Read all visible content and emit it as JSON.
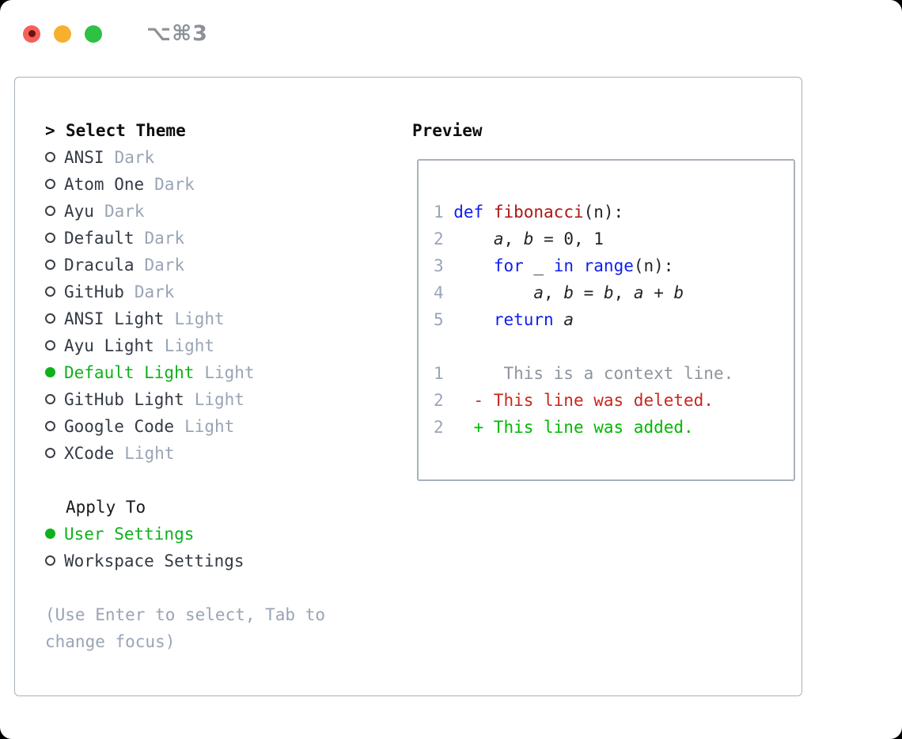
{
  "titlebar": {
    "shortcut": "⌥⌘3",
    "close_label": "close",
    "minimize_label": "minimize",
    "zoom_label": "zoom"
  },
  "colors": {
    "ui_green": "#0fb11b",
    "panel_border": "#a9b1ba",
    "name_dark": "#343a44",
    "variant_gray": "#9aa4b5",
    "code": {
      "kw": "#0e1ef0",
      "fn": "#ab1713",
      "txt": "#1f2328",
      "var": "#1f2328",
      "ctx": "#8e959f",
      "del": "#c9271b",
      "add": "#02b902",
      "num": "#9aa5b8"
    }
  },
  "theme_panel": {
    "cursor": ">",
    "header": "Select Theme",
    "themes": [
      {
        "name": "ANSI",
        "variant": "Dark",
        "selected": false
      },
      {
        "name": "Atom One",
        "variant": "Dark",
        "selected": false
      },
      {
        "name": "Ayu",
        "variant": "Dark",
        "selected": false
      },
      {
        "name": "Default",
        "variant": "Dark",
        "selected": false
      },
      {
        "name": "Dracula",
        "variant": "Dark",
        "selected": false
      },
      {
        "name": "GitHub",
        "variant": "Dark",
        "selected": false
      },
      {
        "name": "ANSI Light",
        "variant": "Light",
        "selected": false
      },
      {
        "name": "Ayu Light",
        "variant": "Light",
        "selected": false
      },
      {
        "name": "Default Light",
        "variant": "Light",
        "selected": true
      },
      {
        "name": "GitHub Light",
        "variant": "Light",
        "selected": false
      },
      {
        "name": "Google Code",
        "variant": "Light",
        "selected": false
      },
      {
        "name": "XCode",
        "variant": "Light",
        "selected": false
      }
    ],
    "apply_to": {
      "header": "Apply To",
      "options": [
        {
          "name": "User Settings",
          "selected": true
        },
        {
          "name": "Workspace Settings",
          "selected": false
        }
      ]
    },
    "hint": "(Use Enter to select, Tab to change focus)"
  },
  "preview": {
    "header": "Preview",
    "lines": [
      {
        "num": "1",
        "segments": [
          {
            "t": "def",
            "c": "kw"
          },
          {
            "t": " ",
            "c": "txt"
          },
          {
            "t": "fibonacci",
            "c": "fn"
          },
          {
            "t": "(n):",
            "c": "txt"
          }
        ]
      },
      {
        "num": "2",
        "segments": [
          {
            "t": "    ",
            "c": "txt"
          },
          {
            "t": "a",
            "c": "var",
            "i": true
          },
          {
            "t": ", ",
            "c": "txt"
          },
          {
            "t": "b",
            "c": "var",
            "i": true
          },
          {
            "t": " = 0, 1",
            "c": "txt"
          }
        ]
      },
      {
        "num": "3",
        "segments": [
          {
            "t": "    ",
            "c": "txt"
          },
          {
            "t": "for",
            "c": "kw"
          },
          {
            "t": " _ ",
            "c": "txt"
          },
          {
            "t": "in",
            "c": "kw"
          },
          {
            "t": " ",
            "c": "txt"
          },
          {
            "t": "range",
            "c": "kw"
          },
          {
            "t": "(n):",
            "c": "txt"
          }
        ]
      },
      {
        "num": "4",
        "segments": [
          {
            "t": "        ",
            "c": "txt"
          },
          {
            "t": "a",
            "c": "var",
            "i": true
          },
          {
            "t": ", ",
            "c": "txt"
          },
          {
            "t": "b",
            "c": "var",
            "i": true
          },
          {
            "t": " = ",
            "c": "txt"
          },
          {
            "t": "b",
            "c": "var",
            "i": true
          },
          {
            "t": ", ",
            "c": "txt"
          },
          {
            "t": "a",
            "c": "var",
            "i": true
          },
          {
            "t": " + ",
            "c": "txt"
          },
          {
            "t": "b",
            "c": "var",
            "i": true
          }
        ]
      },
      {
        "num": "5",
        "segments": [
          {
            "t": "    ",
            "c": "txt"
          },
          {
            "t": "return",
            "c": "kw"
          },
          {
            "t": " ",
            "c": "txt"
          },
          {
            "t": "a",
            "c": "var",
            "i": true
          }
        ]
      },
      {
        "num": "",
        "segments": []
      },
      {
        "num": "1",
        "segments": [
          {
            "t": "     This is a context line.",
            "c": "ctx"
          }
        ]
      },
      {
        "num": "2",
        "segments": [
          {
            "t": "  - This line was deleted.",
            "c": "del"
          }
        ]
      },
      {
        "num": "2",
        "segments": [
          {
            "t": "  + This line was added.",
            "c": "add"
          }
        ]
      }
    ]
  }
}
